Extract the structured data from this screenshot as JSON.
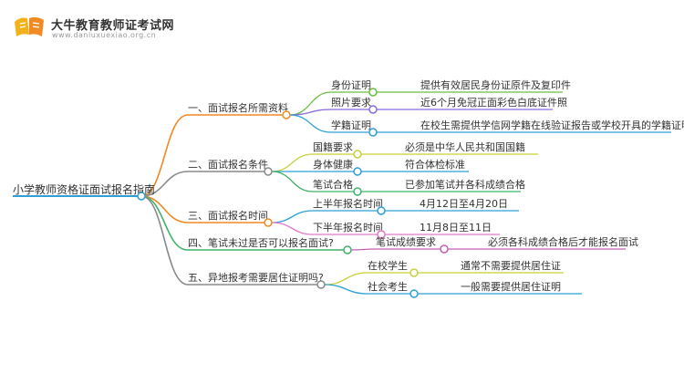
{
  "brand": {
    "title": "大牛教育教师证考试网",
    "subtitle": "www.daniuxuexiao.org.cn"
  },
  "mindmap": {
    "root": "小学教师资格证面试报名指南",
    "branches": [
      {
        "label": "一、面试报名所需资料",
        "color": "#f08a24",
        "children": [
          {
            "label": "身份证明",
            "color": "#6bbf3f",
            "leaf": "提供有效居民身份证原件及复印件"
          },
          {
            "label": "照片要求",
            "color": "#8b6bd9",
            "leaf": "近6个月免冠正面彩色白底证件照"
          },
          {
            "label": "学籍证明",
            "color": "#2f9fd6",
            "leaf": "在校生需提供学信网学籍在线验证报告或学校开具的学籍证明"
          }
        ]
      },
      {
        "label": "二、面试报名条件",
        "color": "#8a8a8a",
        "children": [
          {
            "label": "国籍要求",
            "color": "#c8d03a",
            "leaf": "必须是中华人民共和国国籍"
          },
          {
            "label": "身体健康",
            "color": "#2f9fd6",
            "leaf": "符合体检标准"
          },
          {
            "label": "笔试合格",
            "color": "#3fb36a",
            "leaf": "已参加笔试并各科成绩合格"
          }
        ]
      },
      {
        "label": "三、面试报名时间",
        "color": "#f08a24",
        "children": [
          {
            "label": "上半年报名时间",
            "color": "#2f9fd6",
            "leaf": "4月12日至4月20日"
          },
          {
            "label": "下半年报名时间",
            "color": "#e07ac8",
            "leaf": "11月8日至11日"
          }
        ]
      },
      {
        "label": "四、笔试未过是否可以报名面试?",
        "color": "#3fb36a",
        "children": [
          {
            "label": "笔试成绩要求",
            "color": "#c75fb0",
            "leaf": "必须各科成绩合格后才能报名面试"
          }
        ]
      },
      {
        "label": "五、异地报考需要居住证明吗?",
        "color": "#8a8a8a",
        "children": [
          {
            "label": "在校学生",
            "color": "#c8d03a",
            "leaf": "通常不需要提供居住证"
          },
          {
            "label": "社会考生",
            "color": "#2f9fd6",
            "leaf": "一般需要提供居住证明"
          }
        ]
      }
    ]
  }
}
